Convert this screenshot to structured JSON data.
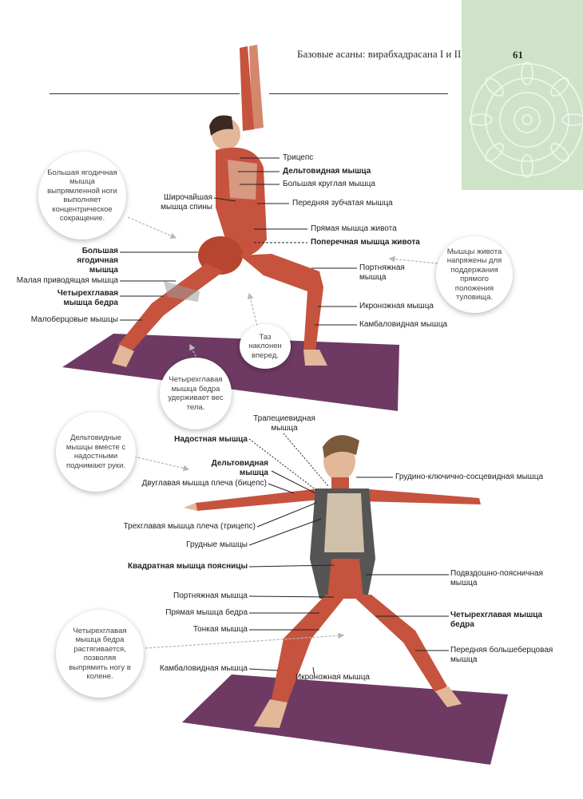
{
  "header": {
    "running_title": "Базовые асаны: вирабхадрасана I и II",
    "page_number": "61"
  },
  "colors": {
    "corner_green": "#cfe3c8",
    "mandala": "#f2f8ef",
    "mat_purple": "#6e3a63",
    "muscle": "#c6533d",
    "skin": "#e2b79a",
    "dashed_arrow": "#b8b8b8"
  },
  "figure1": {
    "labels": [
      "Трицепс",
      "Дельтовидная мышца",
      "Большая круглая мышца",
      "Широчайшая мышца спины",
      "Передняя зубчатая мышца",
      "Прямая мышца живота",
      "Поперечная мышца живота",
      "Большая ягодичная мышца",
      "Портняжная мышца",
      "Малая приводящая мышца",
      "Четырехглавая мышца бедра",
      "Икроножная мышца",
      "Малоберцовые мышцы",
      "Камбаловидная мышца"
    ],
    "bubbles": [
      "Большая ягодичная мышца выпрямленной ноги выполняет концентрическое сокращение.",
      "Мышцы живота напряжены для поддержания прямого положения туловища.",
      "Таз наклонен вперед.",
      "Четырехглавая мышца бедра удерживает вес тела."
    ]
  },
  "figure2": {
    "labels": [
      "Трапециевидная мышца",
      "Надостная мышца",
      "Дельтовидная мышца",
      "Грудино-ключично-сосцевидная мышца",
      "Двуглавая мышца плеча (бицепс)",
      "Трехглавая мышца плеча (трицепс)",
      "Грудные мышцы",
      "Квадратная мышца поясницы",
      "Подвздошно-поясничная мышца",
      "Портняжная мышца",
      "Прямая мышца бедра",
      "Четырехглавая мышца бедра",
      "Тонкая мышца",
      "Передняя большеберцовая мышца",
      "Камбаловидная мышца",
      "Икроножная мышца"
    ],
    "bubbles": [
      "Дельтовидные мышцы вместе с надостными поднимают руки.",
      "Четырехглавая мышца бедра растягивается, позволяя выпрямить ногу в колене."
    ]
  }
}
